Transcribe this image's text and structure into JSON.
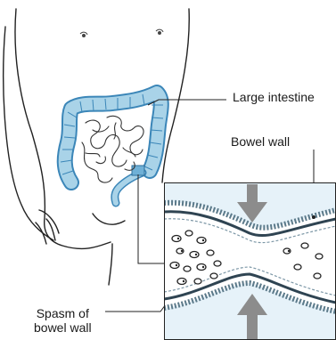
{
  "labels": {
    "large_intestine": "Large intestine",
    "bowel_wall": "Bowel wall",
    "spasm_line1": "Spasm of",
    "spasm_line2": "bowel wall"
  },
  "colors": {
    "intestine_fill": "#a9d3e8",
    "intestine_stroke": "#3b86b8",
    "inset_background": "#e6f2f9",
    "muscle_layer": "#5c7a8a",
    "arrow": "#8c8c8c",
    "outline": "#222222"
  },
  "icons": {
    "inset": "magnified-bowel-cross-section",
    "arrows": "compression-arrows"
  }
}
